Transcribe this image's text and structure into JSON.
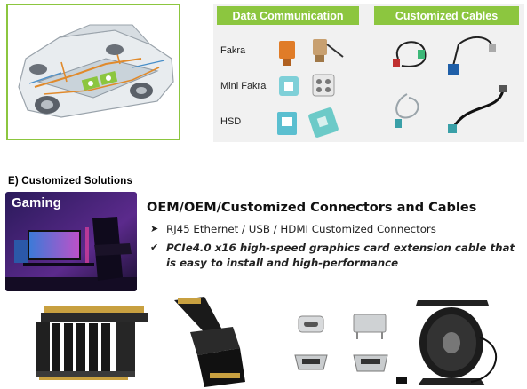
{
  "top_panel": {
    "headers": {
      "data_communication": "Data Communication",
      "customized_cables": "Customized Cables"
    },
    "rows": [
      "Fakra",
      "Mini Fakra",
      "HSD"
    ],
    "colors": {
      "accent_green": "#8cc63f",
      "panel_bg": "#f1f1f1"
    }
  },
  "section": {
    "title": "E) Customized Solutions"
  },
  "gaming_banner": {
    "label": "Gaming"
  },
  "solutions": {
    "title": "OEM/OEM/Customized Connectors and Cables",
    "bullets": [
      "RJ45 Ethernet / USB / HDMI Customized Connectors",
      "PCIe4.0 x16 high-speed graphics card extension cable that is easy to install and high-performance"
    ],
    "bullet_icons": [
      "arrow-bullet-icon",
      "check-arrow-bullet-icon"
    ]
  }
}
